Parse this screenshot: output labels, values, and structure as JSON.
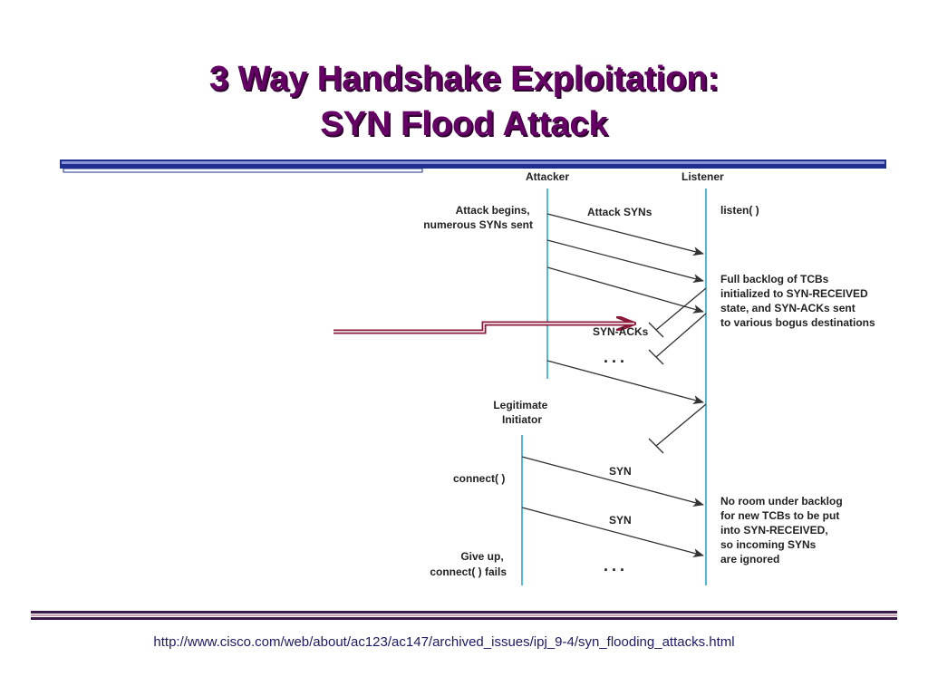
{
  "slide": {
    "title_line1": "3 Way Handshake Exploitation:",
    "title_line2": "SYN Flood Attack",
    "source_url": "http://www.cisco.com/web/about/ac123/ac147/archived_issues/ipj_9-4/syn_flooding_attacks.html"
  },
  "diagram": {
    "attacker_label": "Attacker",
    "listener_label": "Listener",
    "attack_begins_line1": "Attack begins,",
    "attack_begins_line2": "numerous SYNs sent",
    "attack_syns_label": "Attack SYNs",
    "listen_label": "listen( )",
    "backlog_line1": "Full backlog of TCBs",
    "backlog_line2": "initialized to SYN-RECEIVED",
    "backlog_line3": "state, and SYN-ACKs sent",
    "backlog_line4": "to various bogus destinations",
    "syn_acks_label": "SYN-ACKs",
    "ellipsis_1": "...",
    "legit_line1": "Legitimate",
    "legit_line2": "Initiator",
    "connect_label": "connect( )",
    "syn_label_1": "SYN",
    "syn_label_2": "SYN",
    "noroom_line1": "No room under backlog",
    "noroom_line2": "for new TCBs to be put",
    "noroom_line3": "into SYN-RECEIVED,",
    "noroom_line4": "so incoming SYNs",
    "noroom_line5": "are ignored",
    "giveup_line1": "Give up,",
    "giveup_line2": "connect( ) fails",
    "ellipsis_2": "...",
    "colors": {
      "timeline": "#55b8d8",
      "arrow": "#333333",
      "pointer": "#8b1a3a",
      "title": "#660066",
      "rule": "#1f2f8f"
    }
  }
}
